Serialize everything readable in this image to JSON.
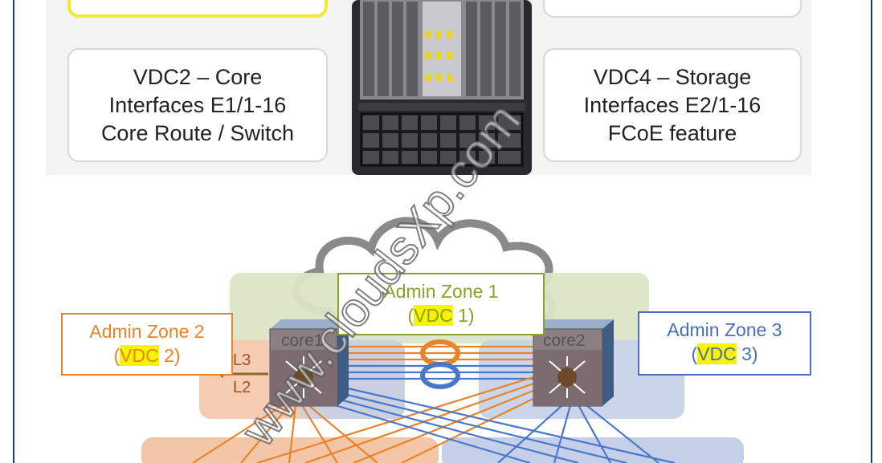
{
  "vdc_boxes": {
    "vdc1_partial": {
      "lines": [
        ""
      ]
    },
    "vdc3_partial": {
      "lines": [
        ""
      ]
    },
    "vdc2": {
      "lines": [
        "VDC2 – Core",
        "Interfaces E1/1-16",
        "Core Route / Switch"
      ]
    },
    "vdc4": {
      "lines": [
        "VDC4 – Storage",
        "Interfaces E2/1-16",
        "FCoE feature"
      ]
    }
  },
  "zones": {
    "zone1": {
      "title": "Admin Zone 1",
      "open": "(",
      "vdc": "VDC",
      "num": " 1)",
      "color": "#8aa12a",
      "bg": "#dbe6c4"
    },
    "zone2": {
      "title": "Admin Zone 2",
      "open": "(",
      "vdc": "VDC",
      "num": " 2)",
      "color": "#e8832a",
      "bg": "#f4c6a8"
    },
    "zone3": {
      "title": "Admin Zone 3",
      "open": "(",
      "vdc": "VDC",
      "num": " 3)",
      "color": "#4a6fb5",
      "bg": "#c5d0e8"
    }
  },
  "switches": {
    "core1": "core1",
    "core2": "core2"
  },
  "layer_labels": {
    "l3": "L3",
    "l2": "L2"
  },
  "watermark": "www.cloudsXp.com",
  "colors": {
    "frame": "#1f3b6e",
    "orange_link": "#e8832a",
    "blue_link": "#4a78c8",
    "chassis": "#2a2a2e"
  }
}
